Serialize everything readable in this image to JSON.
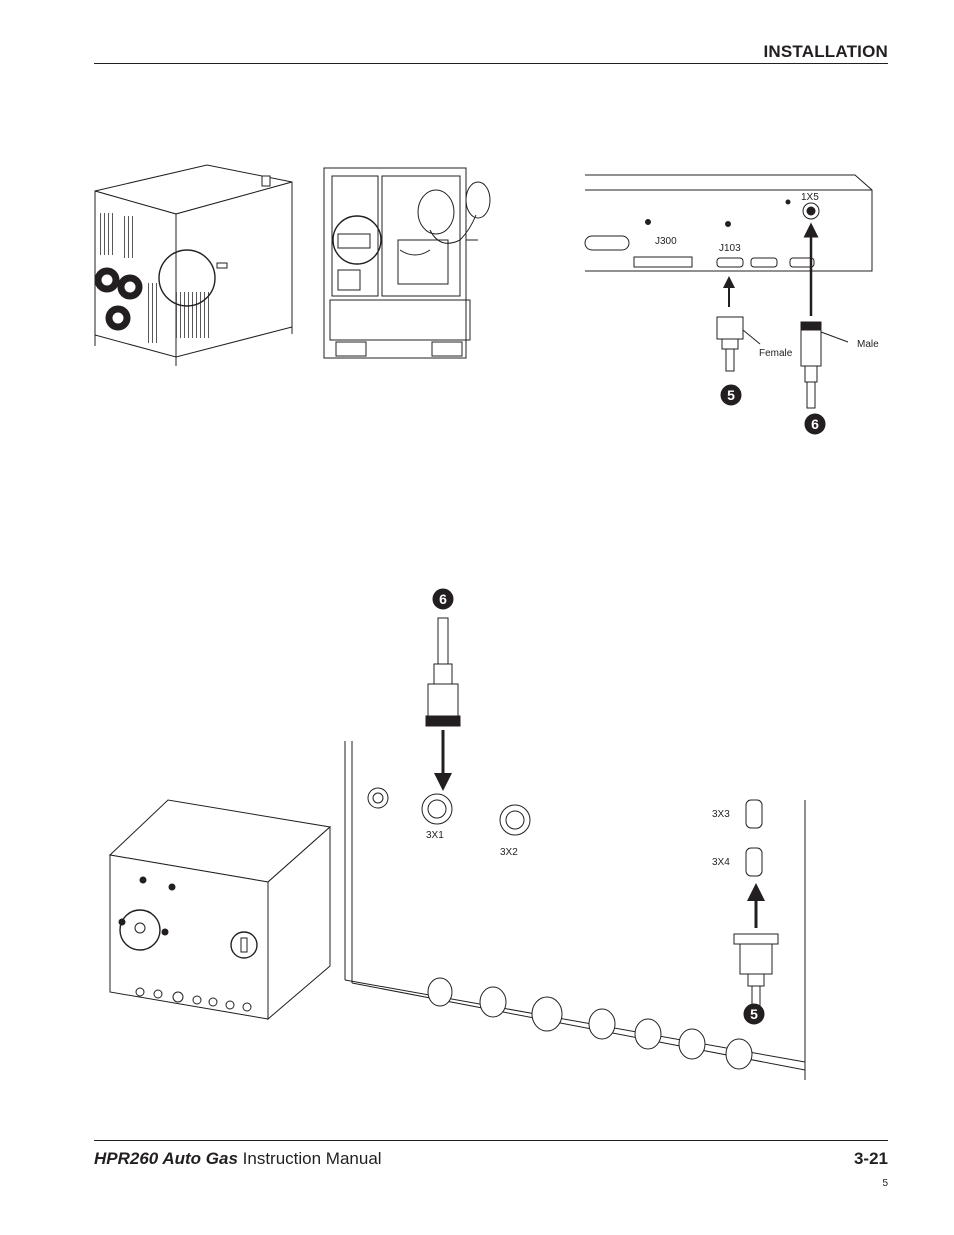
{
  "header": {
    "section_title": "INSTALLATION"
  },
  "top_figure": {
    "connector_labels": {
      "j300": "J300",
      "j103": "J103",
      "onex5": "1X5"
    },
    "cable_labels": {
      "female": "Female",
      "male": "Male"
    },
    "callouts": {
      "five": "5",
      "six": "6"
    }
  },
  "bottom_figure": {
    "connector_labels": {
      "threex1": "3X1",
      "threex2": "3X2",
      "threex3": "3X3",
      "threex4": "3X4"
    },
    "callouts": {
      "five": "5",
      "six": "6"
    }
  },
  "footer": {
    "product_name": "HPR260 Auto Gas",
    "manual_title": " Instruction Manual",
    "section_page": "3-21",
    "page_number": "5"
  }
}
